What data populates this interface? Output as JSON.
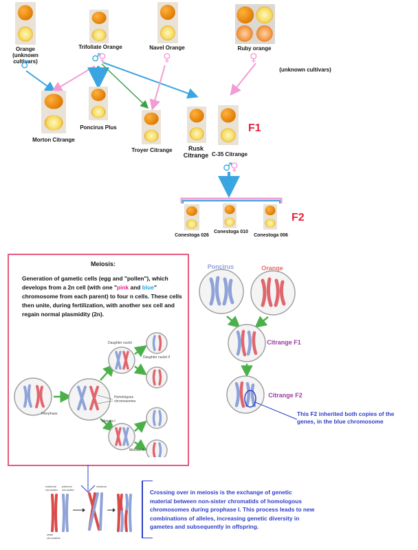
{
  "pedigree": {
    "parents": {
      "orange": "Orange\n(unknown cultivars)",
      "trifoliate": "Trifoliate Orange",
      "navel": "Navel Orange",
      "ruby": "Ruby orange"
    },
    "unknown_cultivars": "(unknown cultivars)",
    "offspring": {
      "morton": "Morton Citrange",
      "poncirus_plus": "Poncirus Plus",
      "troyer": "Troyer Citrange",
      "rusk": "Rusk\nCitrange",
      "c35": "C-35 Citrange"
    },
    "f1_label": "F1",
    "f2_label": "F2",
    "f2": {
      "c026": "Conestoga 026",
      "c010": "Conestoga 010",
      "c006": "Conestoga 006"
    },
    "symbols": {
      "male": "♂",
      "female": "♀"
    },
    "colors": {
      "male": "#3aa5e0",
      "female": "#f29bd4",
      "f_label": "#e8213b"
    }
  },
  "meiosis_box": {
    "title": "Meiosis:",
    "text_before_pink": "Generation of gametic cells (egg and \"pollen\"), which develops from a 2n cell (with one \"",
    "pink": "pink",
    "and": " and ",
    "blue": "blue",
    "text_after_blue": "\" chromosome from each parent) to four n cells. These cells then unite, during fertilization, with another sex cell and regain normal plasmidity (2n).",
    "labels": {
      "daughter_nuclei": "Daughter nuclei",
      "daughter_nuclei_2": "Daughter nuclei II",
      "homologous": "Homologous\nchromosomes",
      "interphase": "Interphase",
      "meiosis_1": "Meiosis I",
      "meiosis_2": "Meiosis II"
    },
    "colors": {
      "border": "#e7577e",
      "pink": "#e8208b",
      "blue": "#1aa7e6"
    }
  },
  "inheritance": {
    "poncirus": "Poncirus",
    "orange": "Orange",
    "citrange_f1": "Citrange F1",
    "citrange_f2": "Citrange F2",
    "note": "This F2 inherited both copies of the genes, in the blue chromosome",
    "colors": {
      "poncirus": "#8fa3d8",
      "orange": "#e56b6b",
      "citrange": "#9b3aa0",
      "note": "#2e3ec7"
    }
  },
  "crossing_over": {
    "labels": {
      "maternal": "maternal\nchromatid",
      "paternal": "paternal\nchromatid",
      "sister": "sister\nchromatids",
      "chiasma": "chiasma"
    },
    "text": "Crossing over in meiosis is the exchange of genetic material between non-sister chromatids of homologous chromosomes during prophase I. This process leads to new combinations of alleles, increasing genetic diversity in gametes and subsequently in offspring.",
    "colors": {
      "text": "#2e3ec7"
    }
  }
}
